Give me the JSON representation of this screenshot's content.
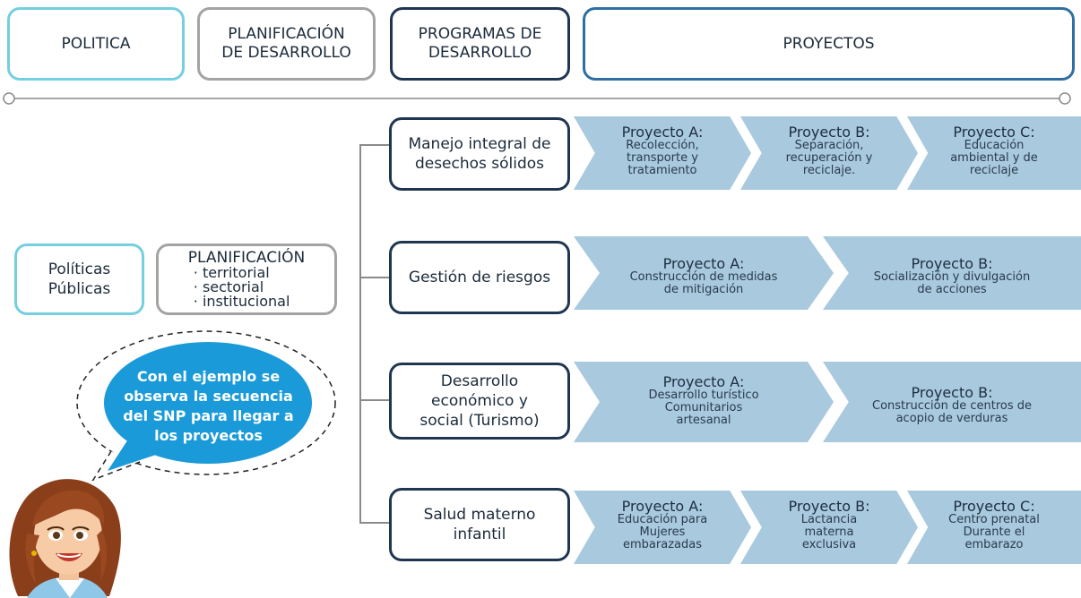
{
  "header": {
    "politica": "POLITICA",
    "planificacion": [
      "PLANIFICACIÓN",
      "DE DESARROLLO"
    ],
    "programas": [
      "PROGRAMAS DE",
      "DESARROLLO"
    ],
    "proyectos": "PROYECTOS"
  },
  "left": {
    "politicas": [
      "Políticas",
      "Públicas"
    ],
    "planificacion_title": "PLANIFICACIÓN",
    "planificacion_items": [
      "· territorial",
      "· sectorial",
      "· institucional"
    ]
  },
  "bubble": [
    "Con el ejemplo se",
    "observa la secuencia",
    "del SNP para llegar a",
    "los proyectos"
  ],
  "programs": [
    {
      "name": [
        "Manejo integral de",
        "desechos sólidos"
      ],
      "projects": [
        {
          "title": "Proyecto A:",
          "desc": [
            "Recolección,",
            "transporte y",
            "tratamiento"
          ]
        },
        {
          "title": "Proyecto B:",
          "desc": [
            "Separación,",
            "recuperación y",
            "reciclaje."
          ]
        },
        {
          "title": "Proyecto C:",
          "desc": [
            "Educación",
            "ambiental y de",
            "reciclaje"
          ]
        }
      ]
    },
    {
      "name": [
        "Gestión de riesgos"
      ],
      "projects": [
        {
          "title": "Proyecto A:",
          "desc": [
            "Construcción de medidas",
            "de mitigación"
          ]
        },
        {
          "title": "Proyecto B:",
          "desc": [
            "Socialización y divulgación",
            "de acciones"
          ]
        }
      ]
    },
    {
      "name": [
        "Desarrollo",
        "económico y",
        "social (Turismo)"
      ],
      "projects": [
        {
          "title": "Proyecto A:",
          "desc": [
            "Desarrollo turístico",
            "Comunitarios",
            "artesanal"
          ]
        },
        {
          "title": "Proyecto B:",
          "desc": [
            "Construcción de centros de",
            "acopio de verduras"
          ]
        }
      ]
    },
    {
      "name": [
        "Salud materno",
        "infantil"
      ],
      "projects": [
        {
          "title": "Proyecto A:",
          "desc": [
            "Educación para",
            "Mujeres",
            "embarazadas"
          ]
        },
        {
          "title": "Proyecto B:",
          "desc": [
            "Lactancia",
            "materna",
            "exclusiva"
          ]
        },
        {
          "title": "Proyecto C:",
          "desc": [
            "Centro prenatal",
            "Durante el",
            "embarazo"
          ]
        }
      ]
    }
  ]
}
